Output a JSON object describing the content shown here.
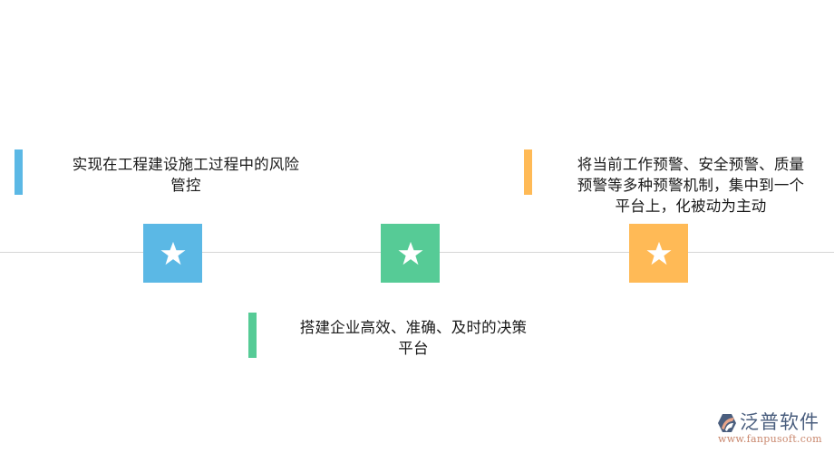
{
  "colors": {
    "blue": "#5bb8e5",
    "green": "#56cb96",
    "orange": "#ffba56",
    "line": "#d6d6d6",
    "text": "#1a1a1a",
    "star": "#ffffff"
  },
  "items": [
    {
      "color_name": "blue",
      "icon": "star-icon",
      "text_lines": [
        "实现在工程建设施工过程中的风险",
        "管控"
      ]
    },
    {
      "color_name": "green",
      "icon": "star-icon",
      "text_lines": [
        "搭建企业高效、准确、及时的决策",
        "平台"
      ]
    },
    {
      "color_name": "orange",
      "icon": "star-icon",
      "text_lines": [
        "将当前工作预警、安全预警、质量",
        "预警等多种预警机制，集中到一个",
        "平台上，化被动为主动"
      ]
    }
  ],
  "logo": {
    "name": "泛普软件",
    "url": "www.fanpusoft.com"
  }
}
